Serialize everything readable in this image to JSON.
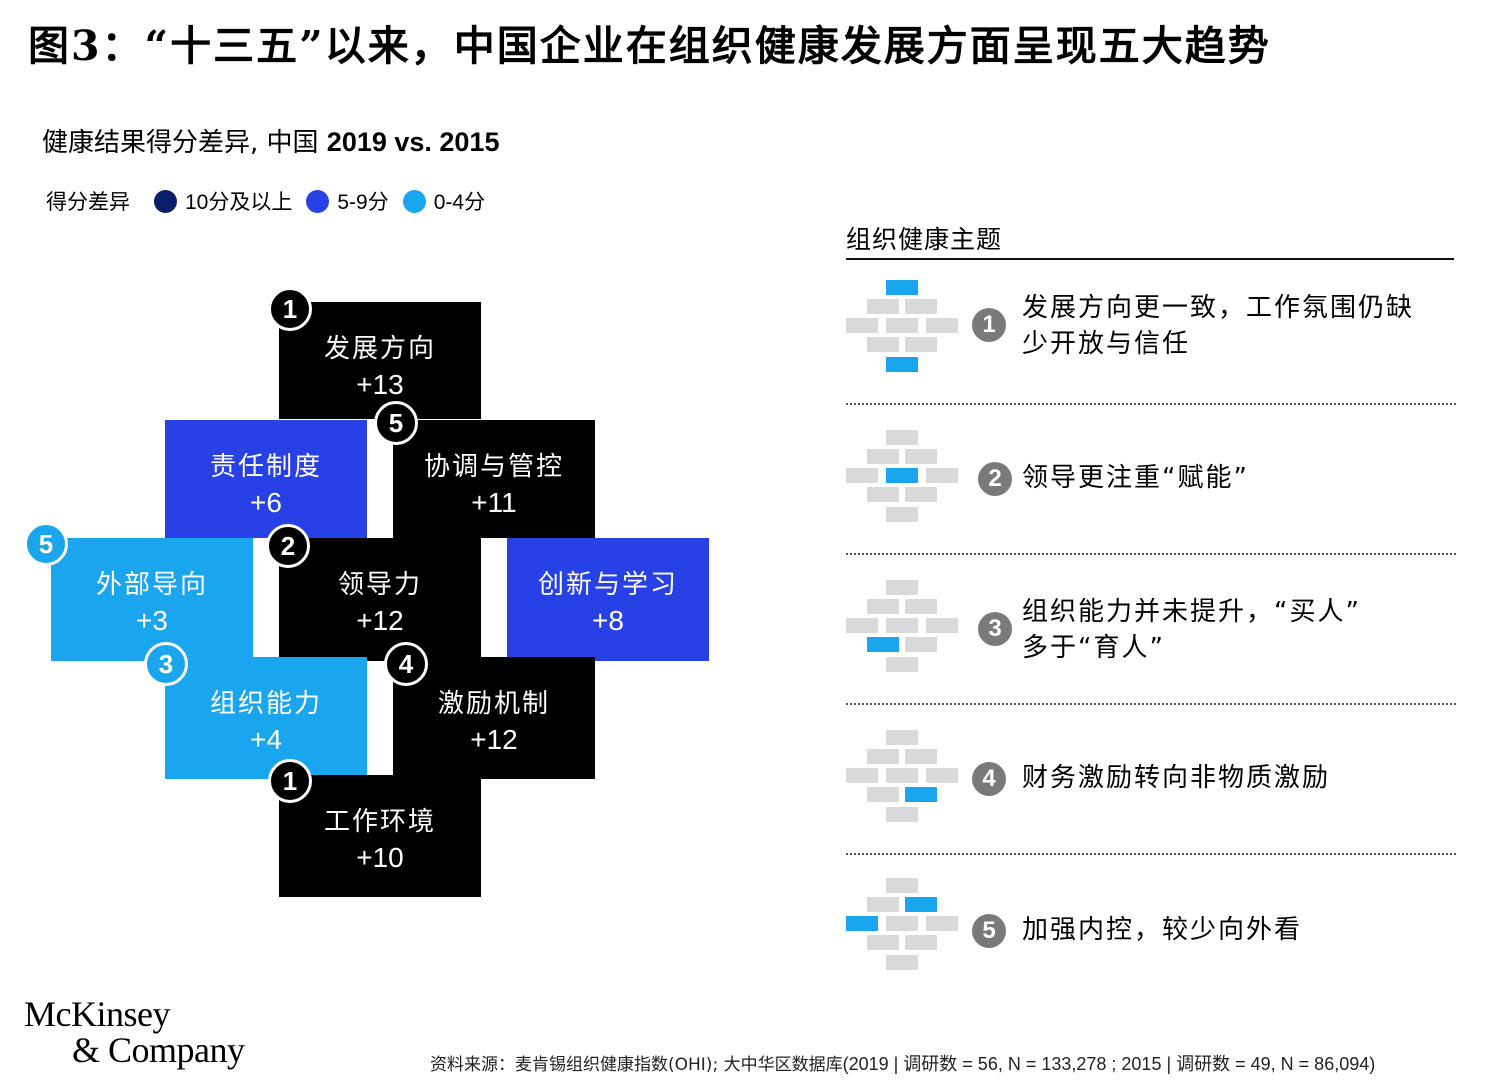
{
  "title": "图3：“十三五”以来，中国企业在组织健康发展方面呈现五大趋势",
  "subtitle": {
    "prefix": "健康结果得分差异, 中国 ",
    "years": "2019 vs. 2015"
  },
  "legend": {
    "label": "得分差异",
    "items": [
      {
        "text": "10分及以上",
        "color": "#0b1e6b"
      },
      {
        "text": "5-9分",
        "color": "#2741e6"
      },
      {
        "text": "0-4分",
        "color": "#1aa6ee"
      }
    ]
  },
  "colors": {
    "dark": "#000000",
    "mid": "#2741e6",
    "light": "#1aa6ee",
    "brick": "#d9d9d9"
  },
  "outcomes": [
    {
      "name": "发展方向",
      "value": "+13",
      "level": "dark",
      "badge": "1"
    },
    {
      "name": "责任制度",
      "value": "+6",
      "level": "mid",
      "badge": ""
    },
    {
      "name": "协调与管控",
      "value": "+11",
      "level": "dark",
      "badge": "5"
    },
    {
      "name": "外部导向",
      "value": "+3",
      "level": "light",
      "badge": "5"
    },
    {
      "name": "领导力",
      "value": "+12",
      "level": "dark",
      "badge": "2"
    },
    {
      "name": "创新与学习",
      "value": "+8",
      "level": "mid",
      "badge": ""
    },
    {
      "name": "组织能力",
      "value": "+4",
      "level": "light",
      "badge": "3"
    },
    {
      "name": "激励机制",
      "value": "+12",
      "level": "dark",
      "badge": "4"
    },
    {
      "name": "工作环境",
      "value": "+10",
      "level": "dark",
      "badge": "1"
    }
  ],
  "themes": {
    "heading": "组织健康主题",
    "items": [
      {
        "num": "1",
        "line1": "发展方向更一致，工作氛围仍缺",
        "line2": "少开放与信任"
      },
      {
        "num": "2",
        "line1": "领导更注重“赋能”",
        "line2": ""
      },
      {
        "num": "3",
        "line1": "组织能力并未提升，“买人”",
        "line2": "多于“育人”"
      },
      {
        "num": "4",
        "line1": "财务激励转向非物质激励",
        "line2": ""
      },
      {
        "num": "5",
        "line1": "加强内控，较少向外看",
        "line2": ""
      }
    ]
  },
  "logo": {
    "line1": "McKinsey",
    "line2": "& Company"
  },
  "source": {
    "prefix": "资料来源：麦肯锡组织健康指数(OHI); 大中华区数据库",
    "detail": "(2019 | 调研数 = 56, N = 133,278 ; 2015 | 调研数 = 49, N = 86,094)"
  }
}
